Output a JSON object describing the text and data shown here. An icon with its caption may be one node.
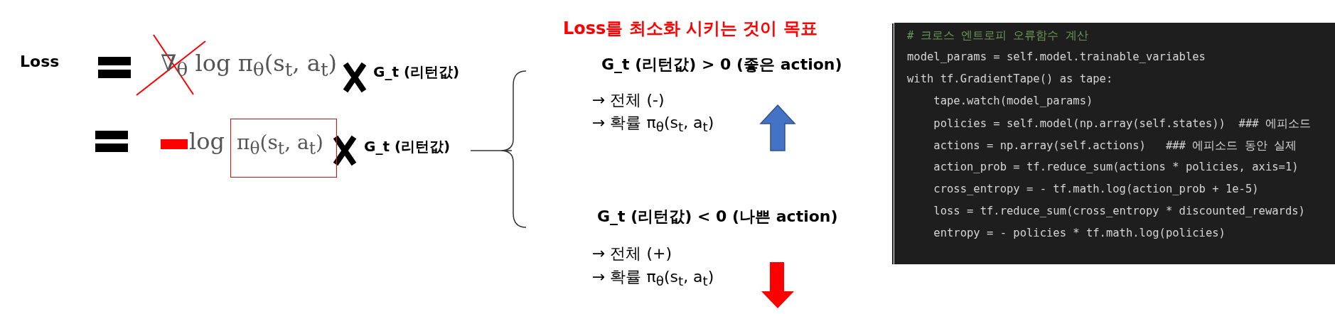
{
  "diagram": {
    "title": "Loss를 최소화 시키는 것이 목표",
    "nodes": [
      {
        "text": [
          "π$_{θ}$(s$_{t}$, a$_{t}$)"
        ]
      },
      {
        "text": [
          "# 크로스 엔트로피 오류함수 계산",
          "model_params = self.model.trainable_variables",
          "with tf.GradientTape() as tape:",
          "    tape.watch(model_params)",
          "    policies = self.model(np.array(self.states))  ### 에피소드",
          "    actions = np.array(self.actions)   ### 에피소드 동안 실제",
          "    action_prob = tf.reduce_sum(actions * policies, axis=1)",
          "    cross_entropy = - tf.math.log(action_prob + 1e-5)",
          "    loss = tf.reduce_sum(cross_entropy * discounted_rewards)",
          "    entropy = - policies * tf.math.log(policies)"
        ]
      }
    ],
    "labels": [
      "Loss",
      "∇$_{θ}$ log π$_{θ}$(s$_{t}$, a$_{t}$)",
      "G_t (리턴값)",
      "log",
      "G_t (리턴값)",
      "G_t (리턴값)  > 0 (좋은 action)",
      "→ 전체 (-)",
      "→ 확률  π$_{θ}$(s$_{t}$, a$_{t}$)",
      "G_t (리턴값)  < 0 (나쁜 action)",
      "→ 전체 (+)",
      "→ 확률  π$_{θ}$(s$_{t}$, a$_{t}$)"
    ]
  }
}
